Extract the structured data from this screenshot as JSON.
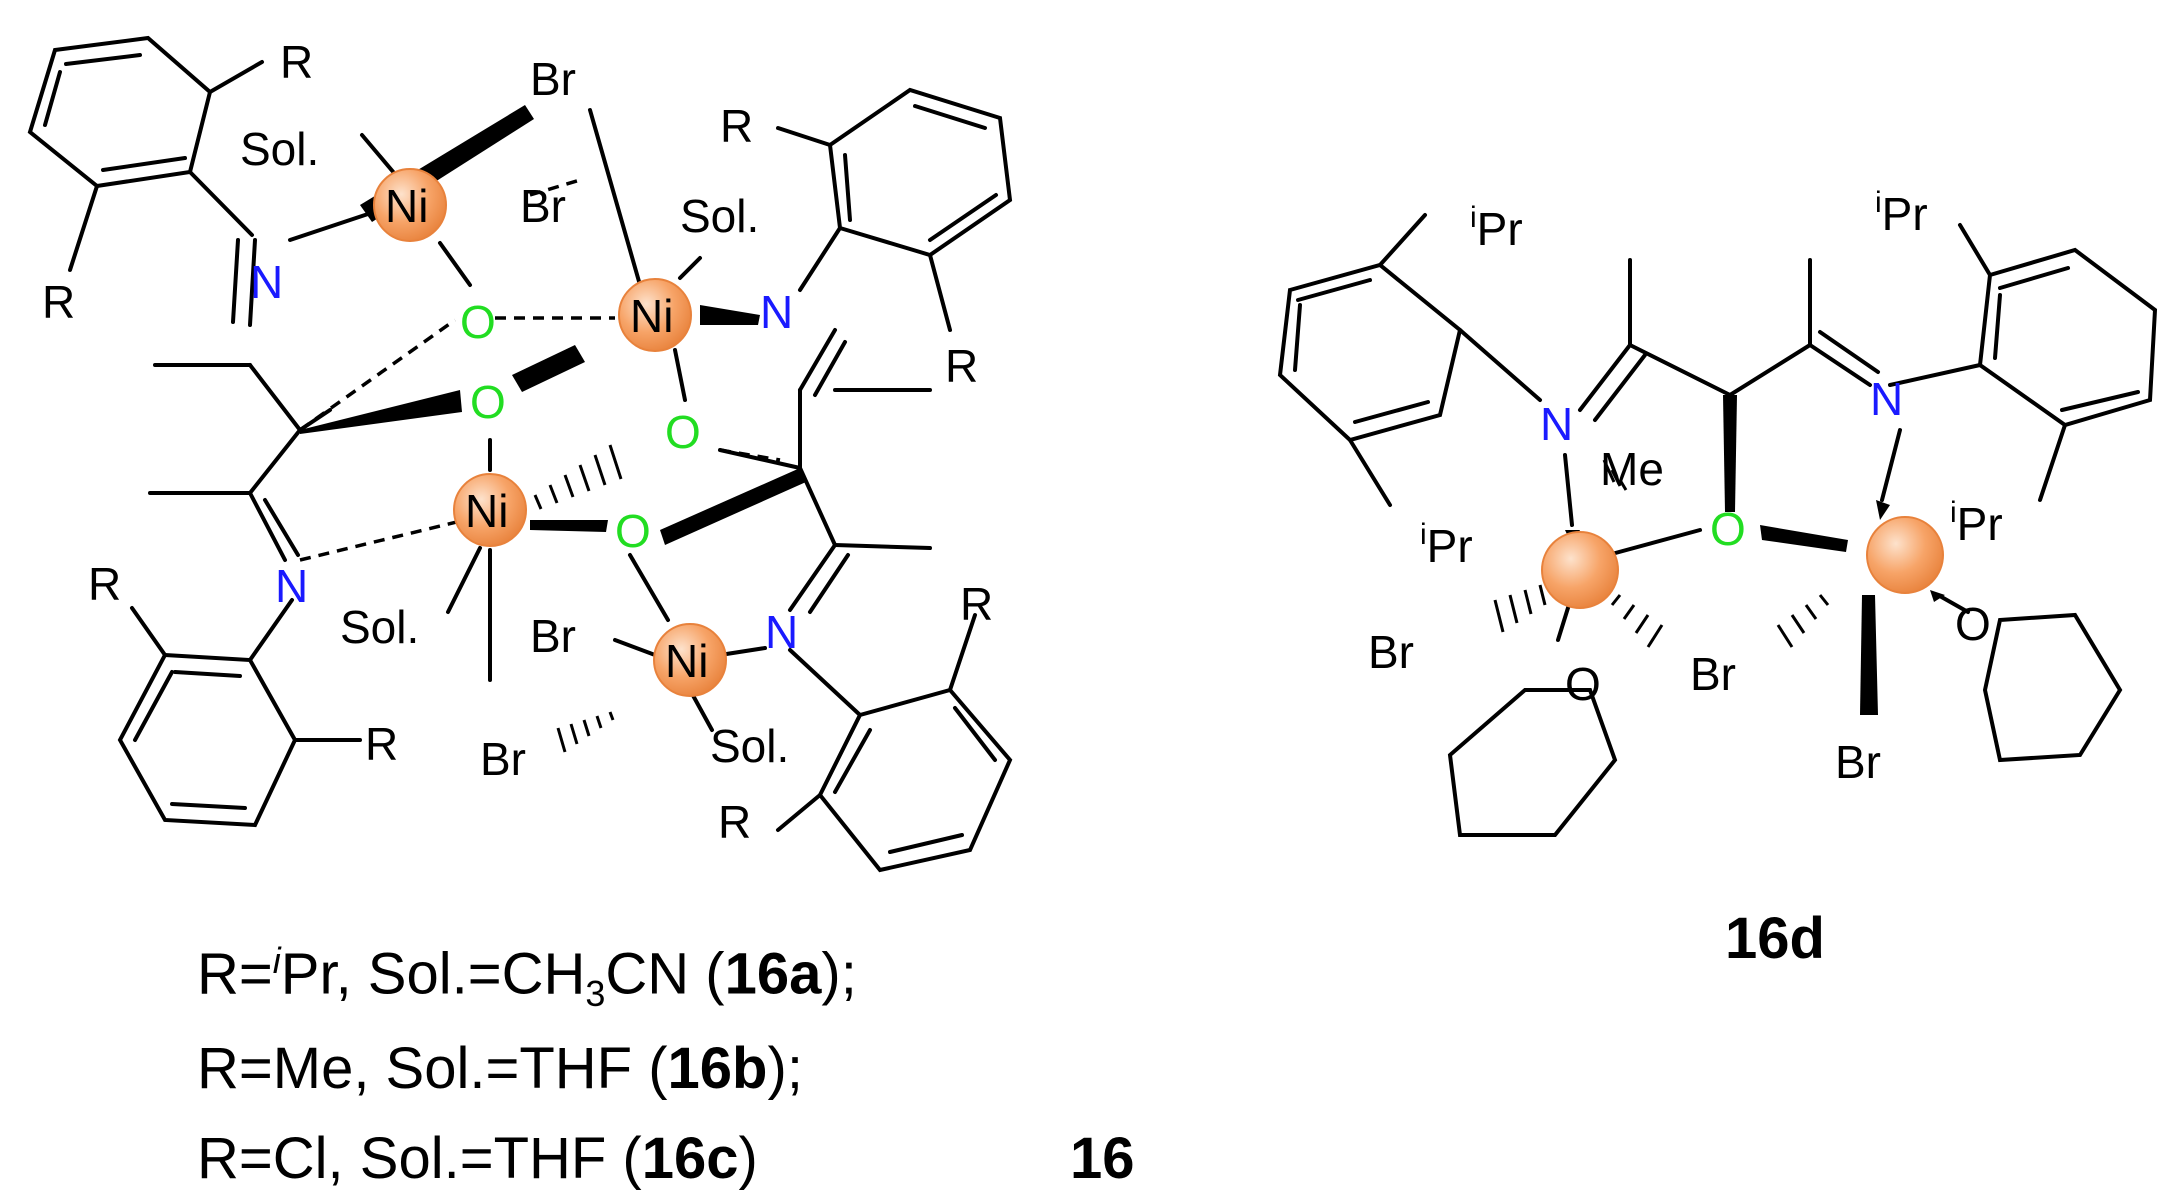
{
  "colors": {
    "metal_fill": "#f59a5b",
    "nitrogen": "#1a1aff",
    "oxygen": "#22dd22",
    "bond": "#000000"
  },
  "atoms": {
    "ni": "Ni",
    "n": "N",
    "o": "O",
    "br": "Br",
    "sol": "Sol.",
    "r": "R",
    "me": "Me",
    "ipr": "Pr",
    "ipr_sup": "i"
  },
  "captions": [
    {
      "prefix": "R=",
      "sup": "i",
      "mid": "Pr, Sol.=CH",
      "sub": "3",
      "tail": "CN (",
      "bold": "16a",
      "end": ");"
    },
    {
      "prefix": "R=Me, Sol.=THF (",
      "bold": "16b",
      "end": ");"
    },
    {
      "prefix": "R=Cl, Sol.=THF (",
      "bold": "16c",
      "end": ")"
    }
  ],
  "compound_labels": {
    "left": "16",
    "right": "16d"
  }
}
